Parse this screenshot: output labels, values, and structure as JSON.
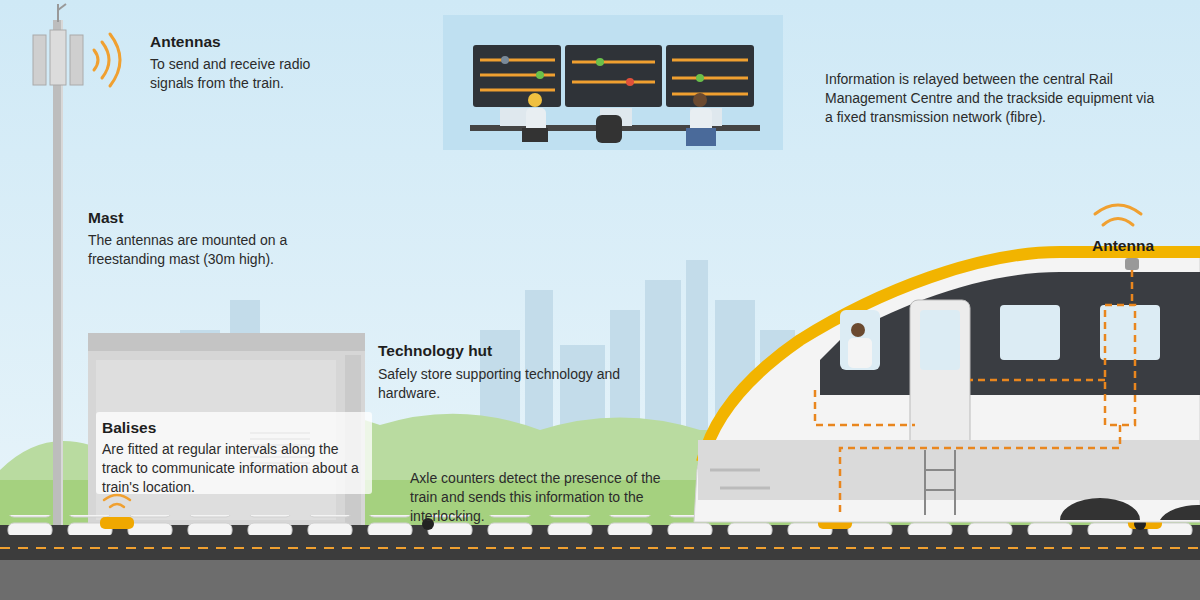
{
  "diagram": {
    "labels": [
      "Antennas",
      "To send and receive radio signals from the train.",
      "Mast",
      "The antennas are mounted on a freestanding mast (30m high).",
      "Technology hut",
      "Safely store supporting technology and hardware.",
      "Balises",
      "Are fitted at regular intervals along the track to communicate information about a train's location.",
      "Axle counters detect the presence of the train and sends this information to the interlocking.",
      "Information is relayed between the central Rail Management Centre and the trackside equipment via a fixed transmission network (fibre).",
      "Antenna"
    ]
  }
}
